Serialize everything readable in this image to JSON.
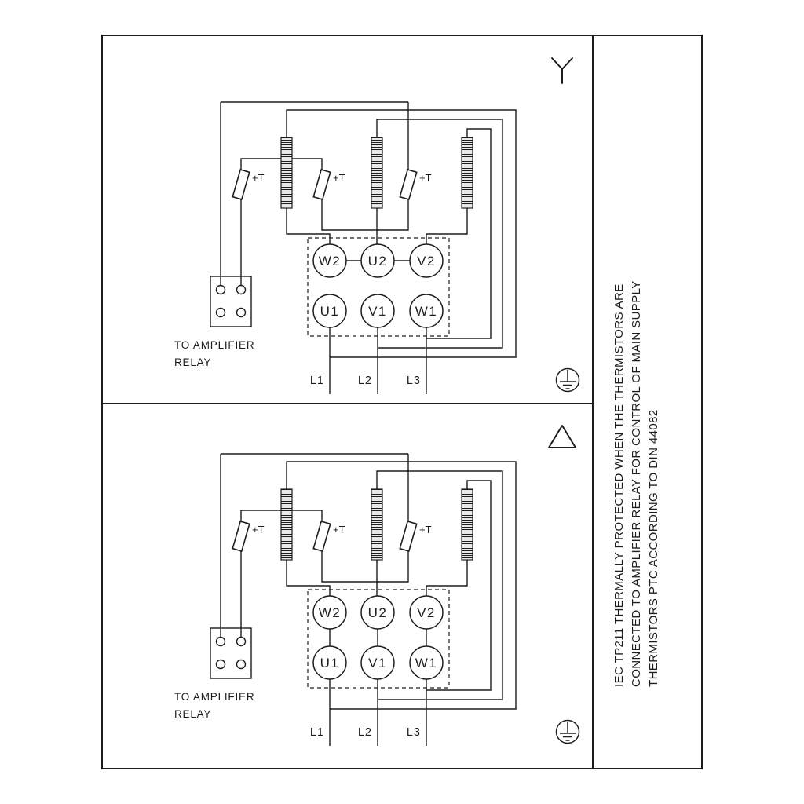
{
  "panel": {
    "thermistor_label": "+T",
    "relay_label_line1": "TO AMPLIFIER",
    "relay_label_line2": "RELAY",
    "terminals_top": [
      "W2",
      "U2",
      "V2"
    ],
    "terminals_bottom": [
      "U1",
      "V1",
      "W1"
    ],
    "supply_labels": [
      "L1",
      "L2",
      "L3"
    ]
  },
  "panels": [
    {
      "connection": "star"
    },
    {
      "connection": "delta"
    }
  ],
  "sidebar": {
    "line1": "IEC TP211 THERMALLY PROTECTED WHEN THE THERMISTORS ARE",
    "line2": "CONNECTED TO AMPLIFIER RELAY FOR CONTROL OF MAIN SUPPLY",
    "line3": "THERMISTORS PTC ACCORDING TO DIN 44082"
  },
  "colors": {
    "line": "#1d1d1b",
    "background": "#ffffff"
  }
}
